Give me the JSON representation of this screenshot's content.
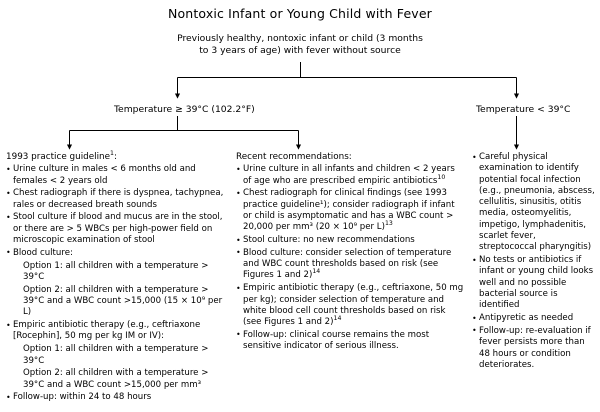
{
  "title": "Nontoxic Infant or Young Child with Fever",
  "root": {
    "line1": "Previously healthy, nontoxic infant or child (3 months",
    "line2": "to 3 years of age) with fever without source"
  },
  "branches": {
    "high_temp_label": "Temperature ≥ 39°C (102.2°F)",
    "low_temp_label": "Temperature < 39°C"
  },
  "columns": {
    "left": {
      "heading": "1993 practice guideline",
      "heading_sup": "1",
      "heading_suffix": ":",
      "items": [
        {
          "type": "bullet",
          "text": "Urine culture in males < 6 months old and females < 2 years old"
        },
        {
          "type": "bullet",
          "text": "Chest radiograph if there is dyspnea, tachypnea, rales or decreased breath sounds"
        },
        {
          "type": "bullet",
          "text": "Stool culture if blood and mucus are in the stool, or there are > 5 WBCs per high-power field on microscopic examination of stool"
        },
        {
          "type": "bullet",
          "text": "Blood culture:"
        },
        {
          "type": "sub",
          "text": "Option 1: all children with a temperature > 39°C"
        },
        {
          "type": "sub",
          "text": "Option 2: all children with a temperature > 39°C and a WBC count >15,000 (15 × 10⁹ per L)"
        },
        {
          "type": "bullet",
          "text": "Empiric antibiotic therapy (e.g., ceftriaxone [Rocephin], 50 mg per kg IM or IV):"
        },
        {
          "type": "sub",
          "text": "Option 1: all children with a temperature > 39°C"
        },
        {
          "type": "sub",
          "text": "Option 2: all children with a temperature > 39°C and a WBC count >15,000 per mm³"
        },
        {
          "type": "bullet",
          "text": "Follow-up: within 24 to 48 hours"
        }
      ]
    },
    "middle": {
      "heading": "Recent recommendations:",
      "items": [
        {
          "type": "bullet",
          "text": "Urine culture in all infants and children < 2 years of age who are prescribed empiric antibiotics",
          "sup": "10"
        },
        {
          "type": "bullet",
          "text": "Chest radiograph for clinical findings (see 1993 practice guideline¹); consider radiograph if infant or child is asymptomatic and has a WBC count > 20,000 per mm³ (20 × 10⁹ per L)",
          "sup": "13"
        },
        {
          "type": "bullet",
          "text": "Stool culture: no new recommendations"
        },
        {
          "type": "bullet",
          "text": "Blood culture: consider selection of temperature and WBC count thresholds based on risk (see Figures 1 and 2)",
          "sup": "14"
        },
        {
          "type": "bullet",
          "text": "Empiric antibiotic therapy (e.g., ceftriaxone, 50 mg per kg); consider selection of temperature and white blood cell count thresholds based on risk (see Figures 1 and 2)",
          "sup": "14"
        },
        {
          "type": "bullet",
          "text": "Follow-up: clinical course remains the most sensitive indicator of serious illness."
        }
      ]
    },
    "right": {
      "items": [
        {
          "type": "bullet",
          "text": "Careful physical examination to identify potential focal infection (e.g., pneumonia, abscess, cellulitis, sinusitis, otitis media, osteomyelitis, impetigo, lymphadenitis, scarlet fever, streptococcal pharyngitis)"
        },
        {
          "type": "bullet",
          "text": "No tests or antibiotics if infant or young child looks well and no possible bacterial source is identified"
        },
        {
          "type": "bullet",
          "text": "Antipyretic as needed"
        },
        {
          "type": "bullet",
          "text": "Follow-up: re-evaluation if fever persists more than 48 hours or condition deteriorates."
        }
      ]
    }
  },
  "style": {
    "line_color": "#000000",
    "text_color": "#000000",
    "background": "#ffffff"
  }
}
